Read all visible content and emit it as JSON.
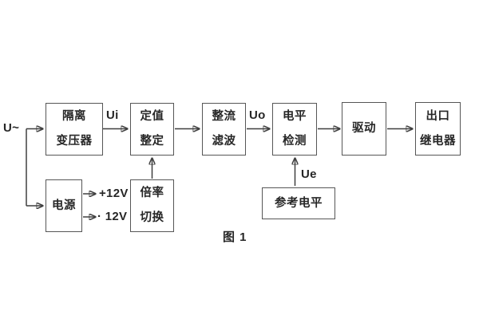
{
  "figure": {
    "caption": "图 1"
  },
  "labels": {
    "input": "U~",
    "ui": "Ui",
    "uo": "Uo",
    "ue": "Ue",
    "plus12v": "+12V",
    "minus12v": "· 12V"
  },
  "blocks": {
    "isolation": {
      "line1": "隔离",
      "line2": "变压器"
    },
    "setting": {
      "line1": "定值",
      "line2": "整定"
    },
    "rectifier": {
      "line1": "整流",
      "line2": "滤波"
    },
    "level_detect": {
      "line1": "电平",
      "line2": "检测"
    },
    "drive": {
      "line1": "驱动"
    },
    "output_relay": {
      "line1": "出口",
      "line2": "继电器"
    },
    "power": {
      "line1": "电源"
    },
    "ratio_switch": {
      "line1": "倍率",
      "line2": "切换"
    },
    "reference_level": {
      "line1": "参考电平"
    }
  },
  "colors": {
    "background": "#ffffff",
    "line": "#3f3f3f",
    "border": "#565656",
    "text": "#262626"
  }
}
